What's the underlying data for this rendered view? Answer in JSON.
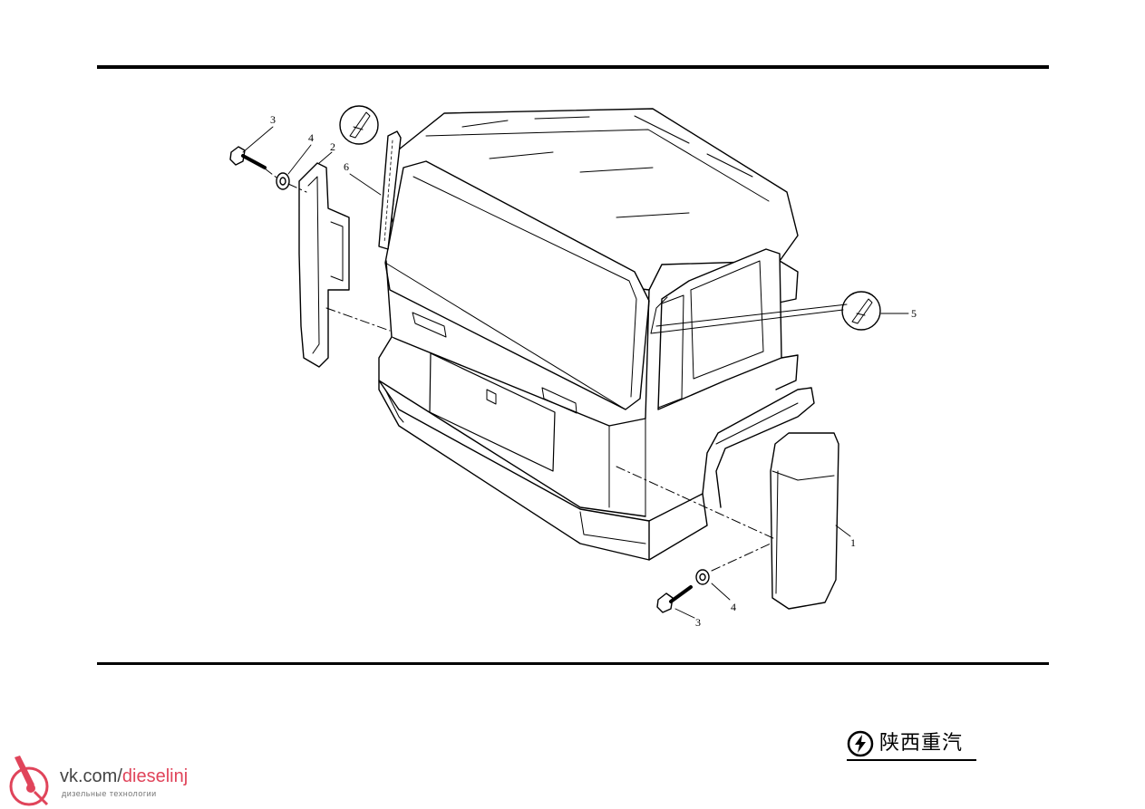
{
  "diagram": {
    "callouts": [
      "3",
      "4",
      "2",
      "6",
      "5",
      "1",
      "4",
      "3"
    ]
  },
  "footer": {
    "brand_name": "陕西重汽",
    "watermark_prefix": "vk.com/",
    "watermark_accent": "dieselinj",
    "watermark_tagline": "дизельные технологии",
    "accent_color": "#e0445a"
  }
}
